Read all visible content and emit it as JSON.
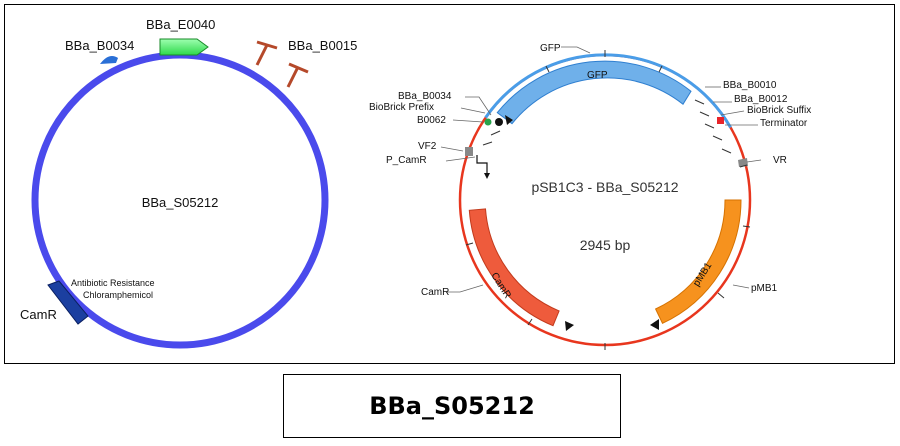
{
  "caption": "BBa_S05212",
  "left_map": {
    "center_label": "BBa_S05212",
    "ring_color": "#4a4aec",
    "features": {
      "rbs": "BBa_B0034",
      "gene": "BBa_E0040",
      "terminator": "BBa_B0015",
      "resistance_name": "CamR",
      "resistance_note_1": "Antibiotic Resistance",
      "resistance_note_2": "Chloramphemicol"
    }
  },
  "right_map": {
    "plasmid_name": "pSB1C3 - BBa_S05212",
    "size": "2945 bp",
    "labels": {
      "gfp_top": "GFP",
      "gfp_arc": "GFP",
      "b0010": "BBa_B0010",
      "b0012": "BBa_B0012",
      "suffix": "BioBrick Suffix",
      "terminator": "Terminator",
      "vr": "VR",
      "b0034": "BBa_B0034",
      "prefix": "BioBrick Prefix",
      "b0062": "B0062",
      "vf2": "VF2",
      "p_camr": "P_CamR",
      "camr_outer": "CamR",
      "camr_arc": "CamR",
      "pmb1_outer": "pMB1",
      "pmb1_arc": "pMB1"
    },
    "colors": {
      "backbone": "#e8361e",
      "insert": "#4a9de8",
      "gfp_fill": "#6fb0ea",
      "camr_fill": "#ee5b3c",
      "pmb1_fill": "#f6921e"
    }
  }
}
